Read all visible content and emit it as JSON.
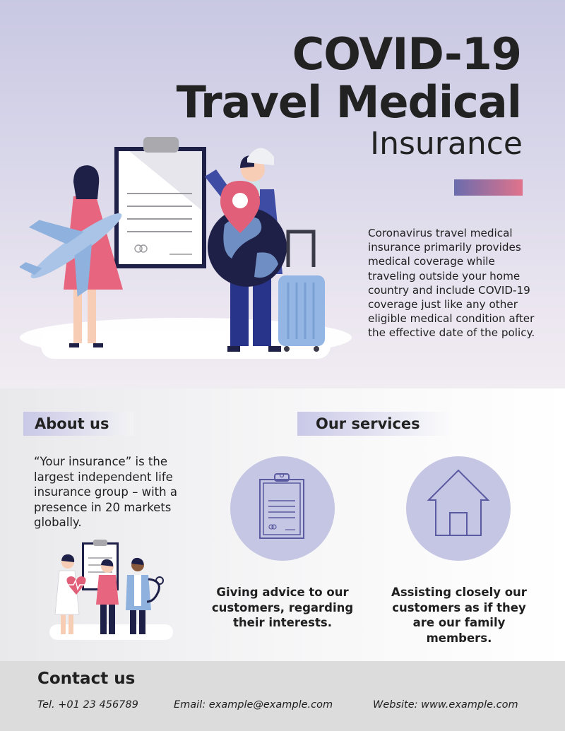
{
  "hero": {
    "title_line1": "COVID-19",
    "title_line2": "Travel Medical",
    "title_line3": "Insurance",
    "intro": "Coronavirus travel medical insurance primarily provides medical coverage while traveling outside your home country  and include COVID-19 coverage just like any other eligible medical condition after the effective date of the policy."
  },
  "about": {
    "heading": "About us",
    "text": "“Your insurance” is the largest independent life insurance group – with a presence in 20 markets globally."
  },
  "services": {
    "heading": "Our services",
    "items": [
      {
        "icon": "clipboard-icon",
        "text": "Giving advice to our customers, regarding their interests."
      },
      {
        "icon": "house-icon",
        "text": "Assisting closely our customers as if they are our family members."
      }
    ]
  },
  "contact": {
    "heading": "Contact us",
    "tel": "Tel. +01 23 456789",
    "email": "Email: example@example.com",
    "website": "Website: www.example.com"
  },
  "colors": {
    "accent_start": "#6a6cae",
    "accent_end": "#e0738b",
    "service_circle": "#c5c5e4",
    "icon_stroke": "#5a5aa0",
    "footer_bg": "#dcdcdc"
  }
}
